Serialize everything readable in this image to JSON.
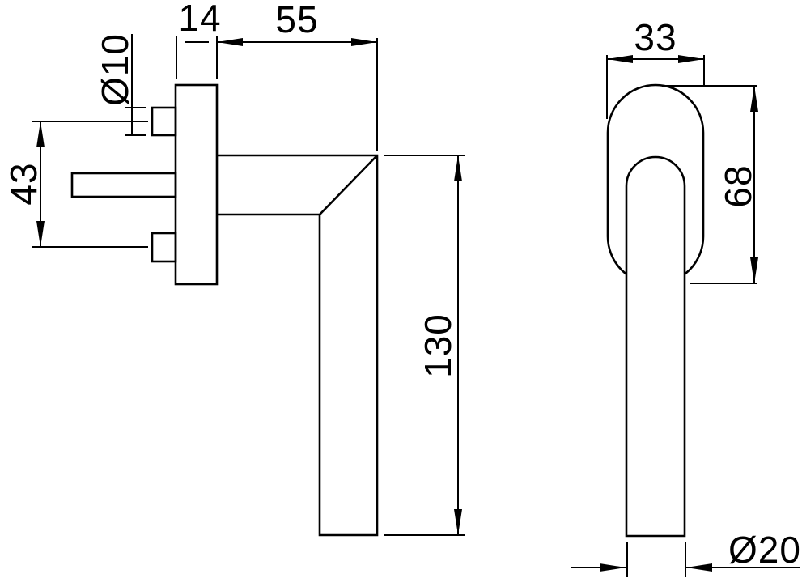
{
  "colors": {
    "background": "#ffffff",
    "line": "#000000"
  },
  "dimensions": {
    "plate_thickness": "14",
    "arm_length": "55",
    "screw_boss_diameter": "Ø10",
    "screw_spacing": "43",
    "handle_drop": "130",
    "rosette_width": "33",
    "rosette_height": "68",
    "grip_diameter": "Ø20"
  }
}
